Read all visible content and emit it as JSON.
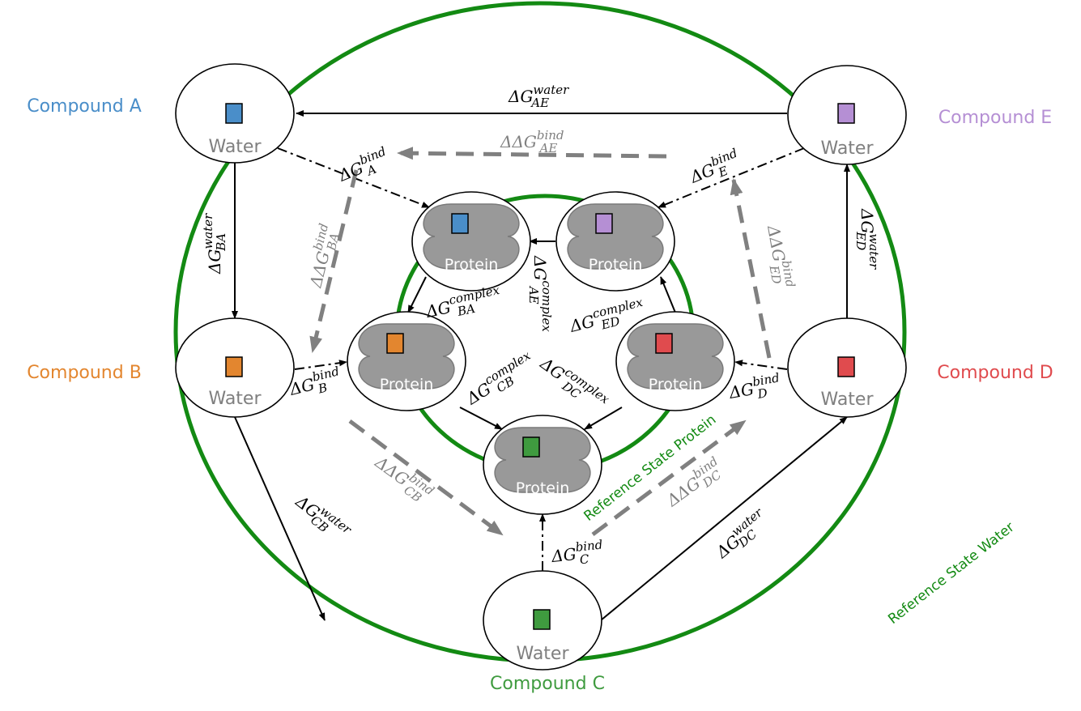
{
  "colors": {
    "green": "#138a13",
    "black": "#000000",
    "grey_arrow": "#808080",
    "protein_fill": "#999999",
    "protein_stroke": "#7a7a7a",
    "water_text": "#7f7f7f",
    "compound_a": "#4a8ec9",
    "compound_b": "#e3862f",
    "compound_c": "#3f9b3f",
    "compound_d": "#e04b4e",
    "compound_e": "#b58fd4"
  },
  "compounds": {
    "a": "Compound A",
    "b": "Compound B",
    "c": "Compound C",
    "d": "Compound D",
    "e": "Compound E"
  },
  "states": {
    "water": "Water",
    "protein": "Protein"
  },
  "reference_states": {
    "protein": "Reference State Protein",
    "water": "Reference State Water"
  },
  "symbols": {
    "delta": "ΔG",
    "ddelta": "ΔΔG"
  },
  "labels": {
    "water_ae": {
      "sub": "AE",
      "sup": "water"
    },
    "water_ba": {
      "sub": "BA",
      "sup": "water"
    },
    "water_cb": {
      "sub": "CB",
      "sup": "water"
    },
    "water_dc": {
      "sub": "DC",
      "sup": "water"
    },
    "water_ed": {
      "sub": "ED",
      "sup": "water"
    },
    "bind_a": {
      "sub": "A",
      "sup": "bind"
    },
    "bind_b": {
      "sub": "B",
      "sup": "bind"
    },
    "bind_c": {
      "sub": "C",
      "sup": "bind"
    },
    "bind_d": {
      "sub": "D",
      "sup": "bind"
    },
    "bind_e": {
      "sub": "E",
      "sup": "bind"
    },
    "cx_ae": {
      "sub": "AE",
      "sup": "complex"
    },
    "cx_ba": {
      "sub": "BA",
      "sup": "complex"
    },
    "cx_cb": {
      "sub": "CB",
      "sup": "complex"
    },
    "cx_dc": {
      "sub": "DC",
      "sup": "complex"
    },
    "cx_ed": {
      "sub": "ED",
      "sup": "complex"
    },
    "dd_ae": {
      "sub": "AE",
      "sup": "bind"
    },
    "dd_ba": {
      "sub": "BA",
      "sup": "bind"
    },
    "dd_cb": {
      "sub": "CB",
      "sup": "bind"
    },
    "dd_dc": {
      "sub": "DC",
      "sup": "bind"
    },
    "dd_ed": {
      "sub": "ED",
      "sup": "bind"
    }
  }
}
